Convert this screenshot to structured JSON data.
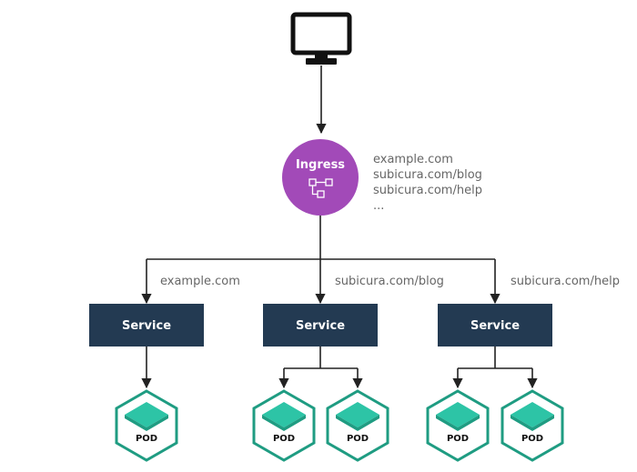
{
  "ingress": {
    "label": "Ingress",
    "rules": [
      "example.com",
      "subicura.com/blog",
      "subicura.com/help",
      "..."
    ]
  },
  "routes": [
    {
      "path": "example.com",
      "service": "Service",
      "pods": [
        "POD"
      ]
    },
    {
      "path": "subicura.com/blog",
      "service": "Service",
      "pods": [
        "POD",
        "POD"
      ]
    },
    {
      "path": "subicura.com/help",
      "service": "Service",
      "pods": [
        "POD",
        "POD"
      ]
    }
  ],
  "colors": {
    "ingress": "#A24AB8",
    "service": "#233A52",
    "pod_stroke": "#1F9C82",
    "pod_fill": "#2DC4A6"
  },
  "icons": {
    "client": "monitor-icon",
    "ingress": "ingress-routing-icon",
    "pod": "pod-hexagon-icon"
  }
}
